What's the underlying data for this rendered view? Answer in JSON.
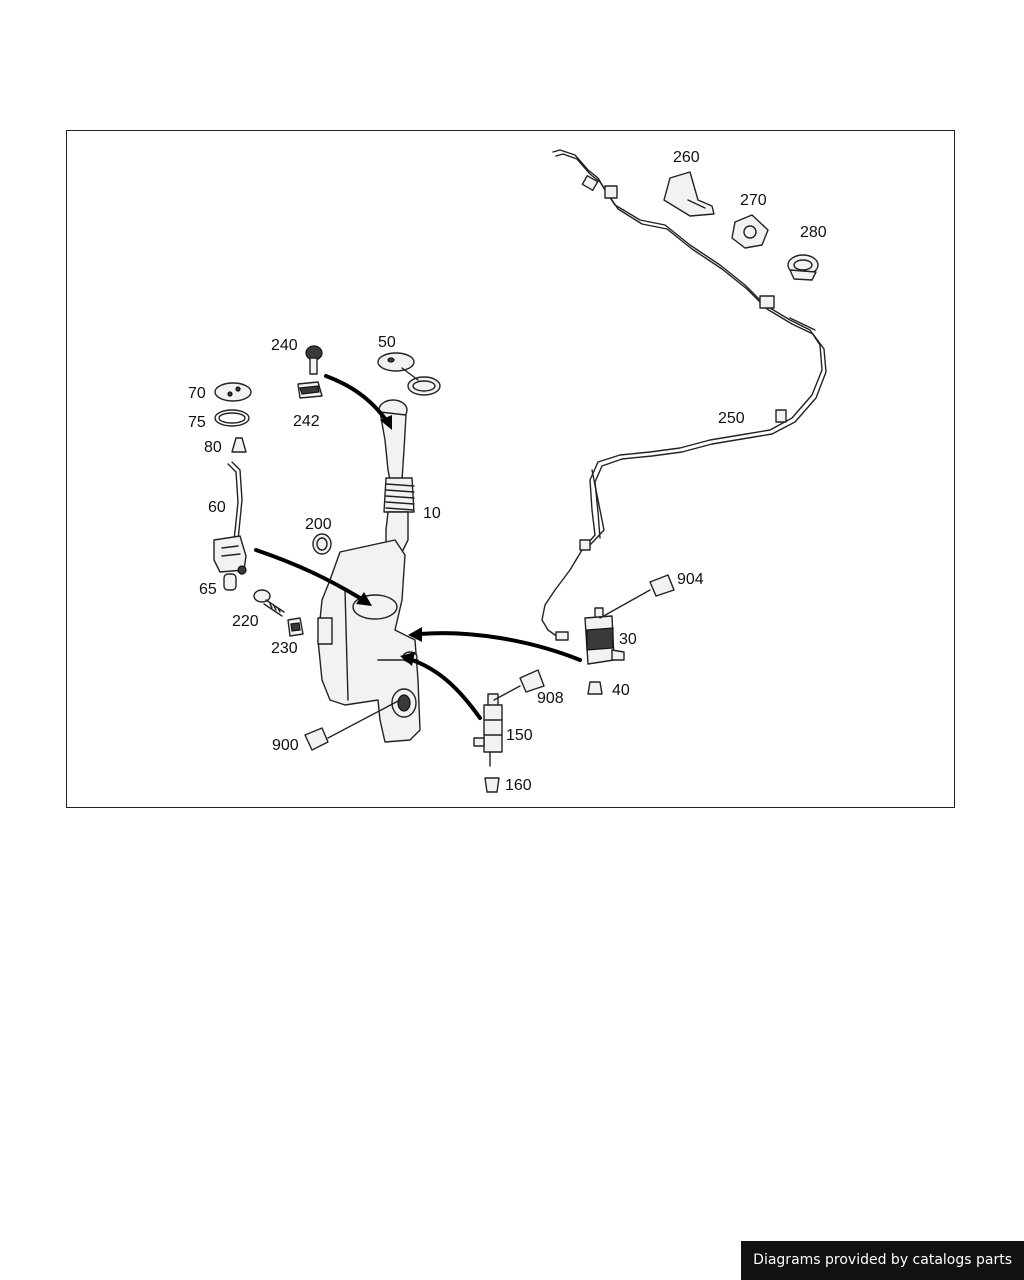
{
  "diagram": {
    "part_labels": {
      "p10": "10",
      "p30": "30",
      "p40": "40",
      "p50": "50",
      "p60": "60",
      "p65": "65",
      "p70": "70",
      "p75": "75",
      "p80": "80",
      "p150": "150",
      "p160": "160",
      "p200": "200",
      "p220": "220",
      "p230": "230",
      "p240": "240",
      "p242": "242",
      "p250": "250",
      "p260": "260",
      "p270": "270",
      "p280": "280",
      "p900": "900",
      "p904": "904",
      "p908": "908"
    }
  },
  "footer": {
    "credit": "Diagrams provided by catalogs parts"
  }
}
